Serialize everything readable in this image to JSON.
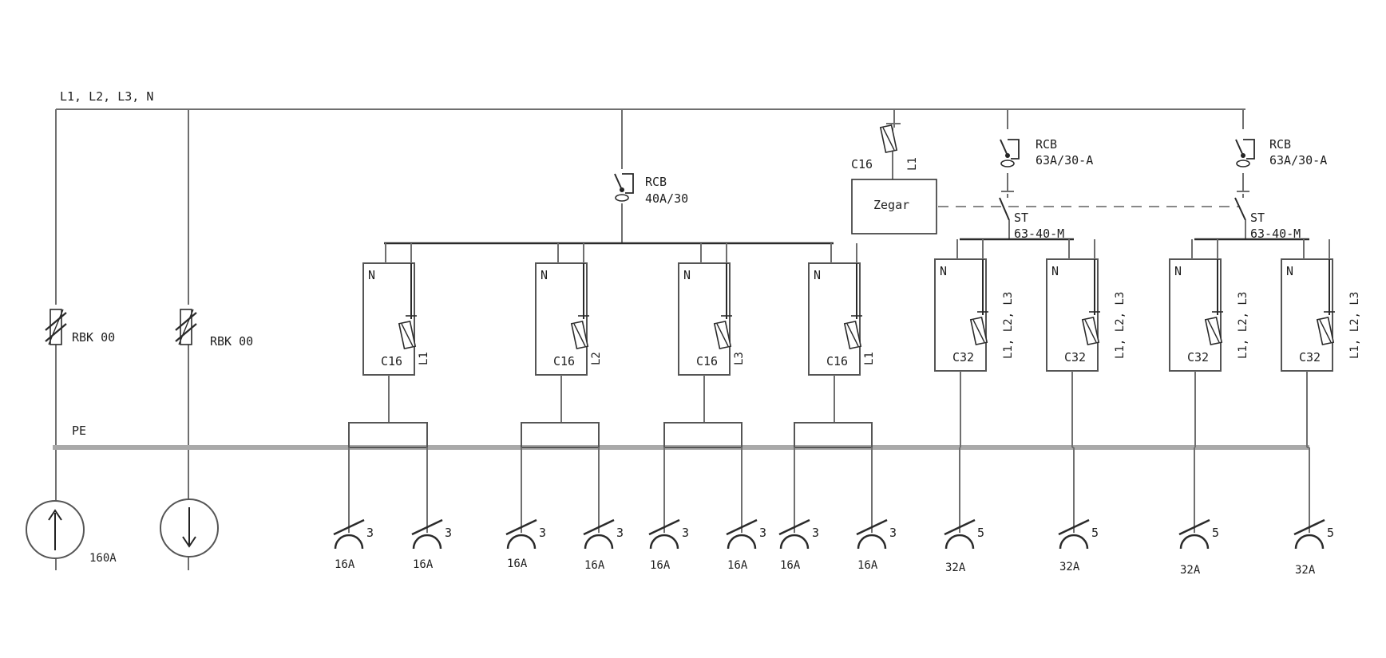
{
  "diagram": {
    "main_bus_label": "L1, L2, L3, N",
    "pe_label": "PE",
    "rbk_labels": [
      "RBK 00",
      "RBK 00"
    ],
    "supply_current": "160A",
    "rcb_1": {
      "title": "RCB",
      "rating": "40A/30"
    },
    "rcb_2": {
      "title": "RCB",
      "rating": "63A/30-A"
    },
    "rcb_3": {
      "title": "RCB",
      "rating": "63A/30-A"
    },
    "clock": {
      "label": "Zegar",
      "fuse": "C16",
      "phase": "L1"
    },
    "contactor_1": {
      "title": "ST",
      "rating": "63-40-M"
    },
    "contactor_2": {
      "title": "ST",
      "rating": "63-40-M"
    },
    "circuits": [
      {
        "neutral": "N",
        "breaker": "C16",
        "phase": "L1",
        "sockets": [
          {
            "poles": "3",
            "current": "16A"
          },
          {
            "poles": "3",
            "current": "16A"
          }
        ]
      },
      {
        "neutral": "N",
        "breaker": "C16",
        "phase": "L2",
        "sockets": [
          {
            "poles": "3",
            "current": "16A"
          },
          {
            "poles": "3",
            "current": "16A"
          }
        ]
      },
      {
        "neutral": "N",
        "breaker": "C16",
        "phase": "L3",
        "sockets": [
          {
            "poles": "3",
            "current": "16A"
          },
          {
            "poles": "3",
            "current": "16A"
          }
        ]
      },
      {
        "neutral": "N",
        "breaker": "C16",
        "phase": "L1",
        "sockets": [
          {
            "poles": "3",
            "current": "16A"
          },
          {
            "poles": "3",
            "current": "16A"
          }
        ]
      },
      {
        "neutral": "N",
        "breaker": "C32",
        "phase": "L1, L2, L3",
        "sockets": [
          {
            "poles": "5",
            "current": "32A"
          }
        ]
      },
      {
        "neutral": "N",
        "breaker": "C32",
        "phase": "L1, L2, L3",
        "sockets": [
          {
            "poles": "5",
            "current": "32A"
          }
        ]
      },
      {
        "neutral": "N",
        "breaker": "C32",
        "phase": "L1, L2, L3",
        "sockets": [
          {
            "poles": "5",
            "current": "32A"
          }
        ]
      },
      {
        "neutral": "N",
        "breaker": "C32",
        "phase": "L1, L2, L3",
        "sockets": [
          {
            "poles": "5",
            "current": "32A"
          }
        ]
      }
    ]
  }
}
